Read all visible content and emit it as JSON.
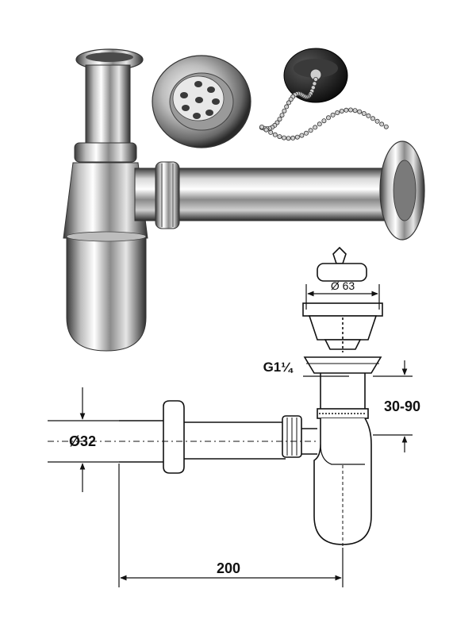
{
  "dimensions": {
    "strainer_diameter": "Ø 63",
    "thread": "G1¼",
    "height_adjust": "30-90",
    "pipe_diameter": "Ø32",
    "length": "200"
  },
  "colors": {
    "chrome_dark": "#2a2a2a",
    "chrome_mid": "#9a9a9a",
    "chrome_light": "#f2f2f2",
    "line": "#111111"
  }
}
